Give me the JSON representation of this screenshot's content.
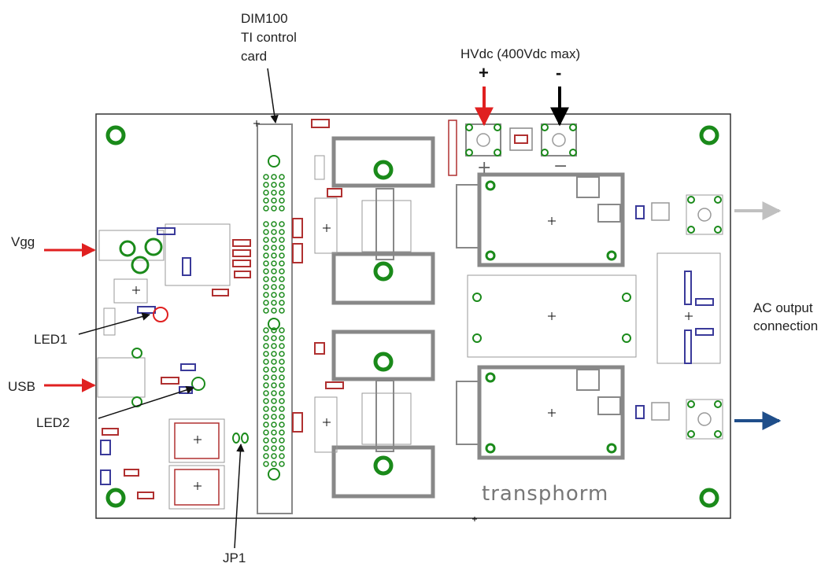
{
  "labels": {
    "dim100": "DIM100",
    "ti_control": "TI control",
    "card": "card",
    "hvdc": "HVdc (400Vdc max)",
    "plus": "+",
    "minus": "-",
    "vgg": "Vgg",
    "led1": "LED1",
    "usb": "USB",
    "led2": "LED2",
    "jp1": "JP1",
    "ac_output": "AC output",
    "connection": "connection"
  },
  "logo": "transphorm",
  "colors": {
    "pcb_outline": "#333333",
    "pad_green": "#1a8a1a",
    "component_gray": "#999999",
    "arrow_red": "#e02020",
    "arrow_black": "#000000",
    "arrow_gray": "#c0c0c0",
    "arrow_blue": "#1f4e8a",
    "silk_red": "#b03030",
    "silk_blue": "#3a3a9a"
  }
}
